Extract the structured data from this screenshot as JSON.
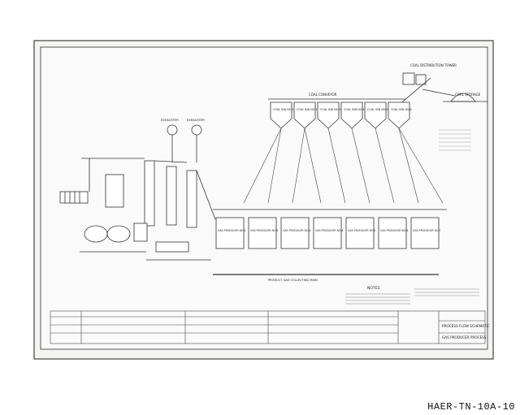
{
  "drawing": {
    "coal_tower": "COAL DISTRIBUTION TOWER",
    "coal_storage": "COAL STORAGE",
    "coal_conveyor": "COAL CONVEYOR",
    "exhausters": [
      "EXHAUSTER",
      "EXHAUSTER"
    ],
    "bins": [
      "COAL BIN NO.1",
      "COAL BIN NO.2",
      "COAL BIN NO.3",
      "COAL BIN NO.4",
      "COAL BIN NO.5",
      "COAL BIN NO.6"
    ],
    "producers": [
      "GAS PRODUCER NO.1",
      "GAS PRODUCER NO.2",
      "GAS PRODUCER NO.3",
      "GAS PRODUCER NO.4",
      "GAS PRODUCER NO.5",
      "GAS PRODUCER NO.6",
      "GAS PRODUCER NO.7"
    ],
    "main_header": "PRODUCT GAS COLLECTING MAIN",
    "notes_title": "NOTES",
    "title_block": [
      "PROCESS FLOW SCHEMATIC",
      "GAS PRODUCER PROCESS"
    ]
  },
  "caption": "HAER-TN-10A-10"
}
